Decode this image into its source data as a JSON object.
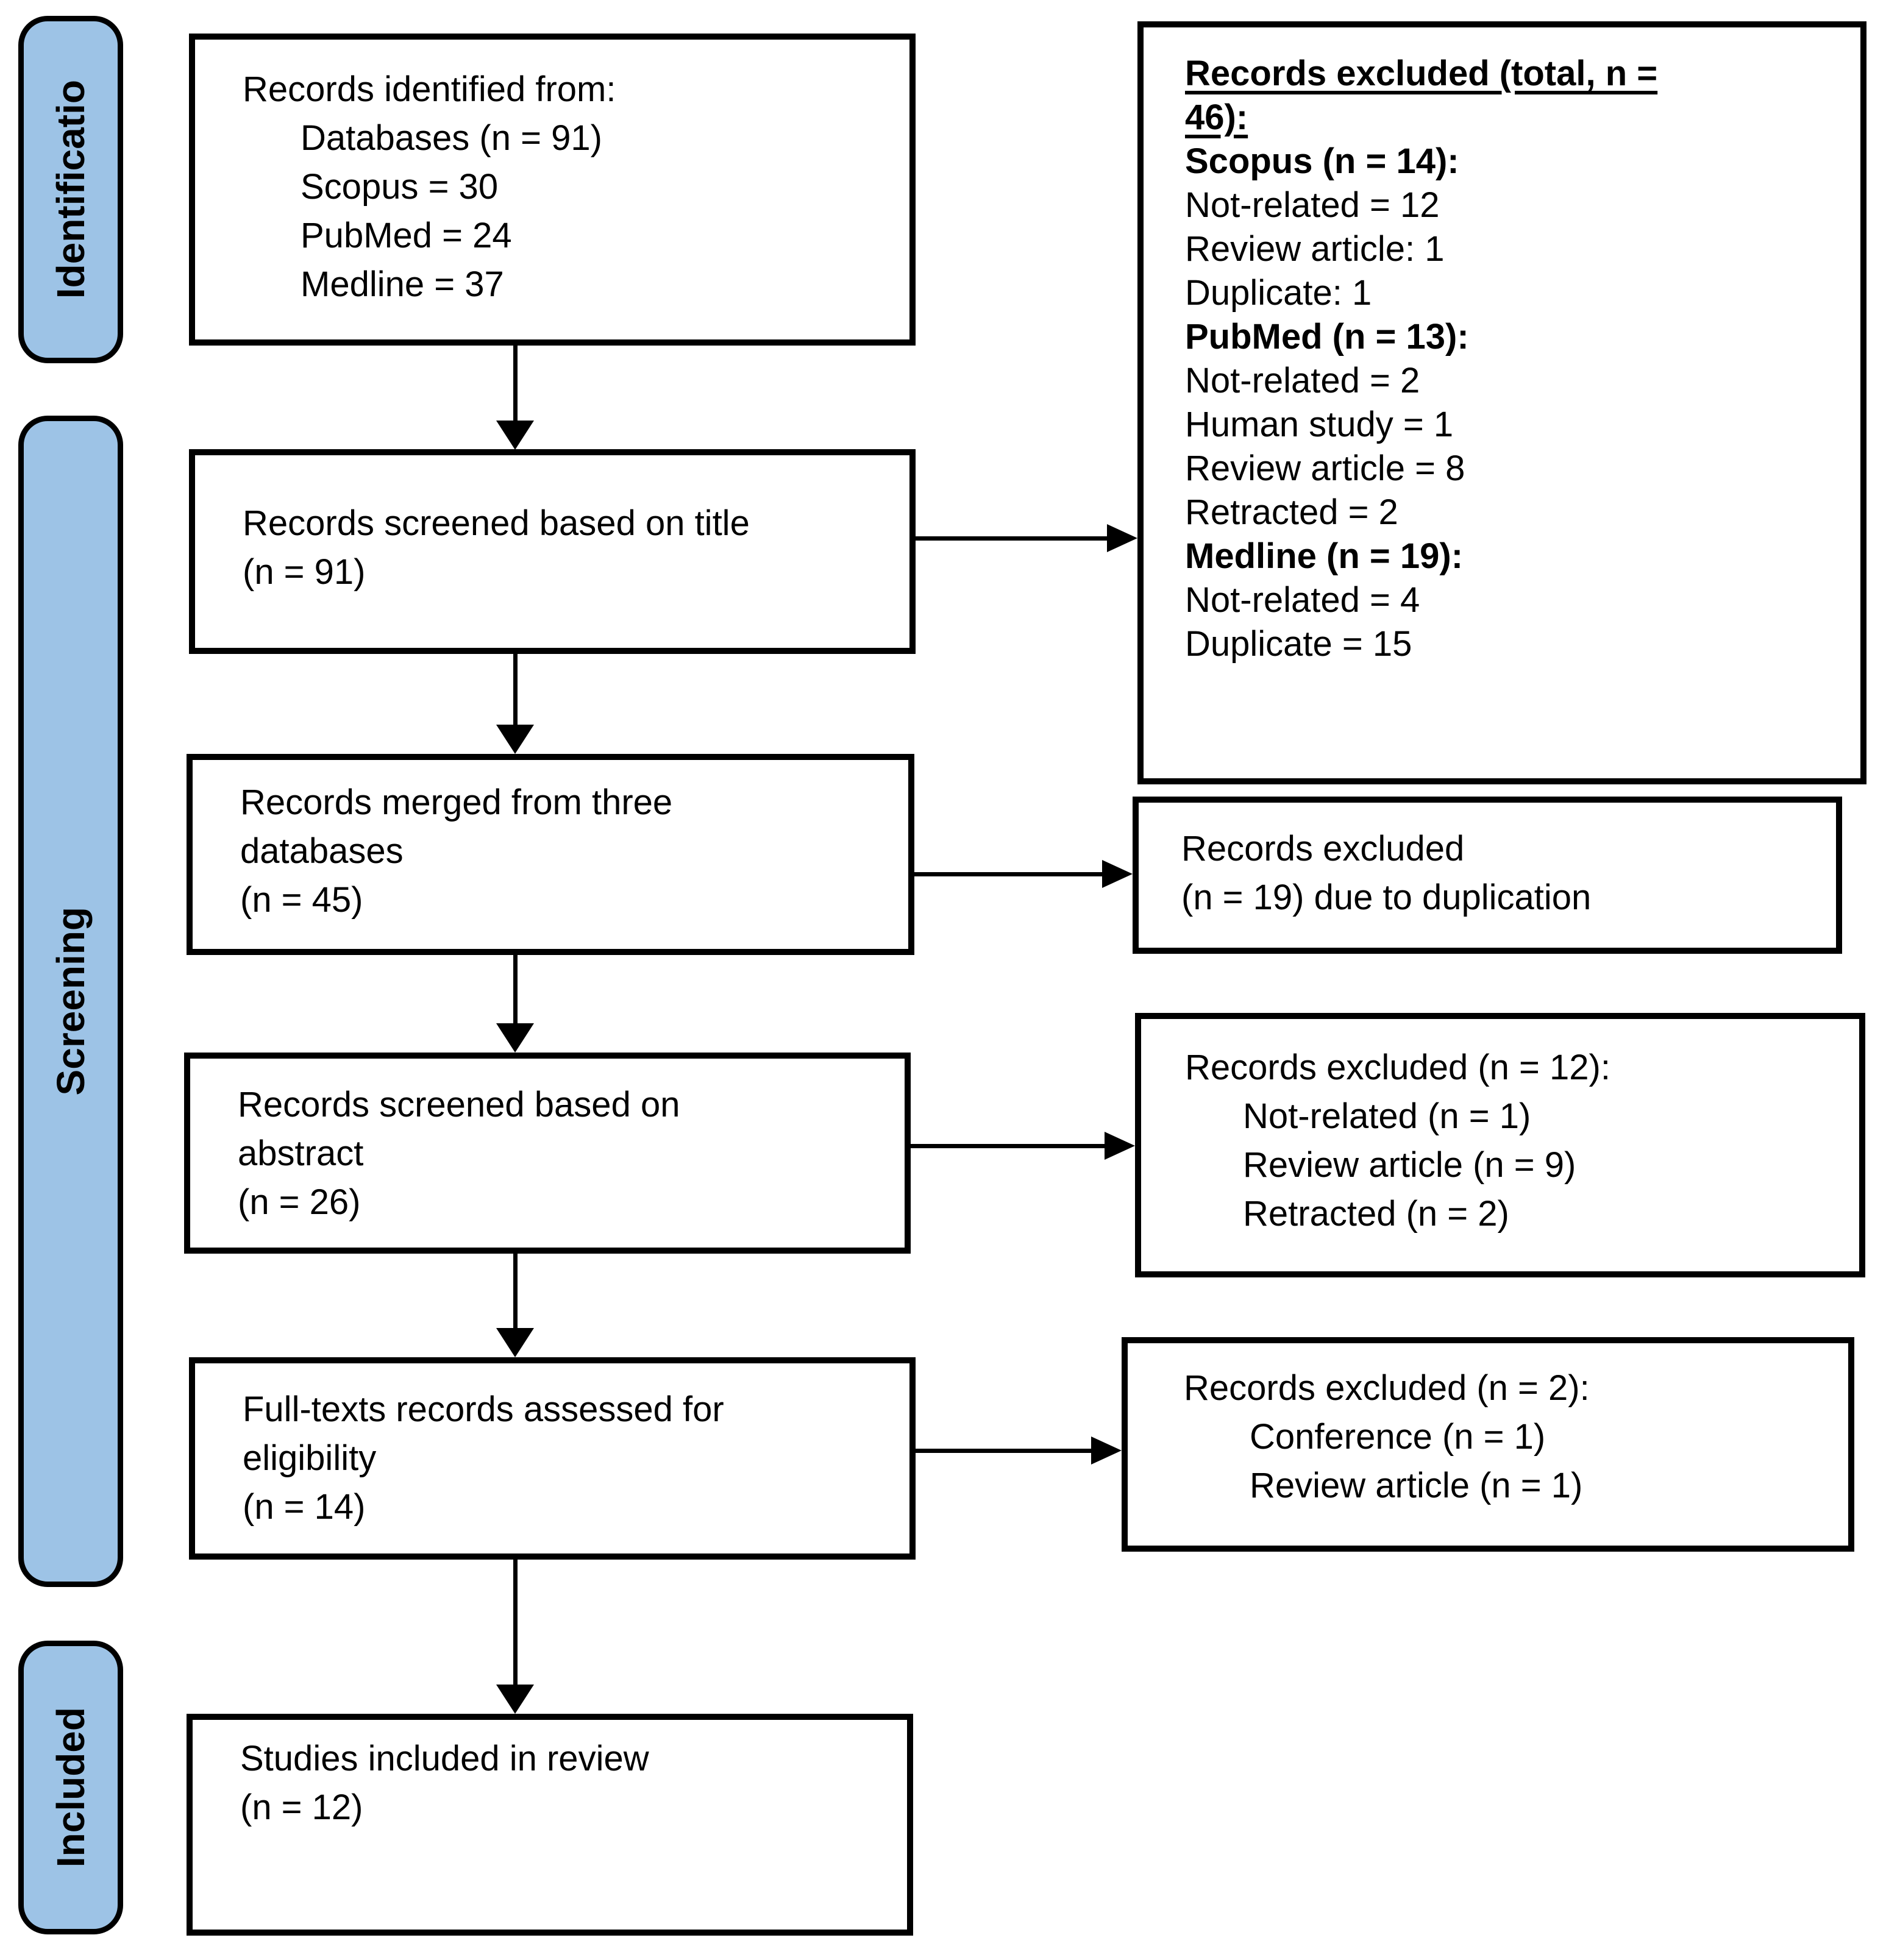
{
  "colors": {
    "stage_fill": "#9dc3e6",
    "line": "#000000",
    "box_background": "#ffffff",
    "text": "#000000"
  },
  "stages": [
    {
      "label": "Identificatio"
    },
    {
      "label": "Screening"
    },
    {
      "label": "Included"
    }
  ],
  "flow_boxes": [
    {
      "name": "records-identified",
      "lines": [
        {
          "text": "Records identified from:"
        },
        {
          "text": "Databases (n = 91)"
        },
        {
          "text": "Scopus = 30"
        },
        {
          "text": "PubMed = 24"
        },
        {
          "text": "Medline = 37"
        }
      ]
    },
    {
      "name": "records-screened-title",
      "lines": [
        {
          "text": "Records screened based on title"
        },
        {
          "text": "(n = 91)"
        }
      ]
    },
    {
      "name": "records-merged",
      "lines": [
        {
          "text": "Records merged from three"
        },
        {
          "text": "databases"
        },
        {
          "text": "(n = 45)"
        }
      ]
    },
    {
      "name": "records-screened-abstract",
      "lines": [
        {
          "text": "Records screened based on"
        },
        {
          "text": "abstract"
        },
        {
          "text": "(n = 26)"
        }
      ]
    },
    {
      "name": "fulltext-assessed",
      "lines": [
        {
          "text": "Full-texts records assessed for"
        },
        {
          "text": "eligibility"
        },
        {
          "text": "(n = 14)"
        }
      ]
    },
    {
      "name": "studies-included",
      "lines": [
        {
          "text": "Studies included in review"
        },
        {
          "text": "(n = 12)"
        }
      ]
    }
  ],
  "exclusion_boxes": [
    {
      "name": "records-excluded-total",
      "lines": [
        {
          "text": "Records excluded (total, n ="
        },
        {
          "text": "46):"
        },
        {
          "text": "Scopus (n = 14):"
        },
        {
          "text": "Not-related = 12"
        },
        {
          "text": "Review article: 1"
        },
        {
          "text": "Duplicate: 1"
        },
        {
          "text": "PubMed (n = 13):"
        },
        {
          "text": "Not-related = 2"
        },
        {
          "text": "Human study = 1"
        },
        {
          "text": "Review article = 8"
        },
        {
          "text": "Retracted = 2"
        },
        {
          "text": "Medline (n = 19):"
        },
        {
          "text": "Not-related = 4"
        },
        {
          "text": "Duplicate = 15"
        }
      ]
    },
    {
      "name": "records-excluded-duplication",
      "lines": [
        {
          "text": "Records excluded"
        },
        {
          "text": "(n = 19) due to duplication"
        }
      ]
    },
    {
      "name": "records-excluded-abstract",
      "lines": [
        {
          "text": "Records excluded (n = 12):"
        },
        {
          "text": "Not-related (n = 1)"
        },
        {
          "text": "Review article (n = 9)"
        },
        {
          "text": "Retracted (n = 2)"
        }
      ]
    },
    {
      "name": "records-excluded-fulltext",
      "lines": [
        {
          "text": "Records excluded (n = 2):"
        },
        {
          "text": "Conference (n = 1)"
        },
        {
          "text": "Review article (n = 1)"
        }
      ]
    }
  ]
}
